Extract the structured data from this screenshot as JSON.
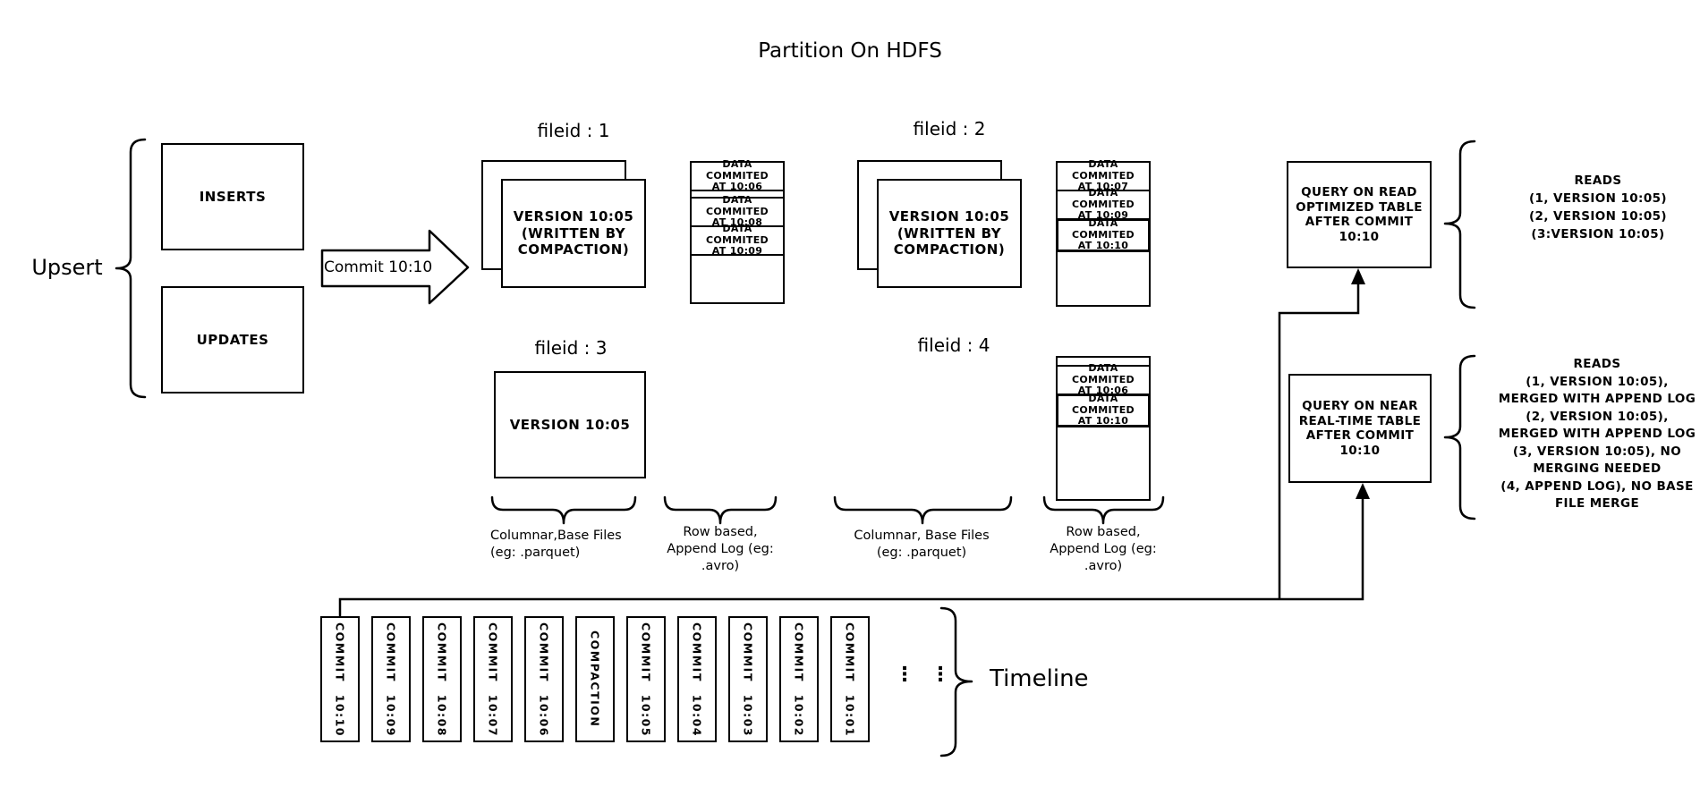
{
  "title": "Partition On HDFS",
  "colors": {
    "ink": "#000000",
    "background": "#ffffff"
  },
  "upsert": {
    "label": "Upsert",
    "inserts": "INSERTS",
    "updates": "UPDATES"
  },
  "commit_arrow": {
    "label": "Commit 10:10"
  },
  "file_groups": {
    "fg1": {
      "label": "fileid : 1",
      "base": {
        "line1": "VERSION 10:05",
        "line2": "(WRITTEN BY",
        "line3": "COMPACTION)"
      },
      "log": [
        {
          "line1": "DATA COMMITED",
          "line2": "AT 10:06"
        },
        {
          "line1": "DATA COMMITED",
          "line2": "AT 10:08"
        },
        {
          "line1": "DATA COMMITED",
          "line2": "AT 10:09"
        }
      ]
    },
    "fg2": {
      "label": "fileid : 2",
      "base": {
        "line1": "VERSION 10:05",
        "line2": "(WRITTEN BY",
        "line3": "COMPACTION)"
      },
      "log": [
        {
          "line1": "DATA COMMITED",
          "line2": "AT 10:07"
        },
        {
          "line1": "DATA COMMITED",
          "line2": "AT 10:09"
        },
        {
          "line1": "DATA COMMITED",
          "line2": "AT 10:10"
        }
      ]
    },
    "fg3": {
      "label": "fileid : 3",
      "base": {
        "line1": "VERSION 10:05"
      }
    },
    "fg4": {
      "label": "fileid : 4",
      "log": [
        {
          "line1": "DATA COMMITED",
          "line2": "AT 10:06"
        },
        {
          "line1": "DATA COMMITED",
          "line2": "AT 10:10"
        }
      ]
    }
  },
  "storage_labels": {
    "columnar1": {
      "line1": "Columnar,Base Files",
      "line2": "(eg: .parquet)"
    },
    "row1": {
      "line1": "Row based,",
      "line2": "Append Log (eg:",
      "line3": ".avro)"
    },
    "columnar2": {
      "line1": "Columnar, Base Files",
      "line2": "(eg: .parquet)"
    },
    "row2": {
      "line1": "Row based,",
      "line2": "Append Log (eg:",
      "line3": ".avro)"
    }
  },
  "queries": {
    "read_optimized": {
      "box": {
        "line1": "QUERY ON READ",
        "line2": "OPTIMIZED TABLE",
        "line3": "AFTER COMMIT",
        "line4": "10:10"
      },
      "reads": {
        "line1": "READS",
        "line2": "(1, VERSION 10:05)",
        "line3": "(2, VERSION 10:05)",
        "line4": "(3:VERSION 10:05)"
      }
    },
    "near_real_time": {
      "box": {
        "line1": "QUERY ON NEAR",
        "line2": "REAL-TIME TABLE",
        "line3": "AFTER COMMIT",
        "line4": "10:10"
      },
      "reads": {
        "line1": "READS",
        "line2": "(1, VERSION 10:05),",
        "line3": "MERGED WITH APPEND LOG",
        "line4": "(2, VERSION 10:05),",
        "line5": "MERGED WITH APPEND LOG",
        "line6": "(3, VERSION 10:05), NO",
        "line7": "MERGING NEEDED",
        "line8": "(4, APPEND LOG), NO BASE",
        "line9": "FILE MERGE"
      }
    }
  },
  "timeline": {
    "label": "Timeline",
    "dots": "⋮",
    "entries": [
      "COMMIT 10:10",
      "COMMIT 10:09",
      "COMMIT 10:08",
      "COMMIT 10:07",
      "COMMIT 10:06",
      "COMPACTION",
      "COMMIT 10:05",
      "COMMIT 10:04",
      "COMMIT 10:03",
      "COMMIT 10:02",
      "COMMIT 10:01"
    ]
  }
}
